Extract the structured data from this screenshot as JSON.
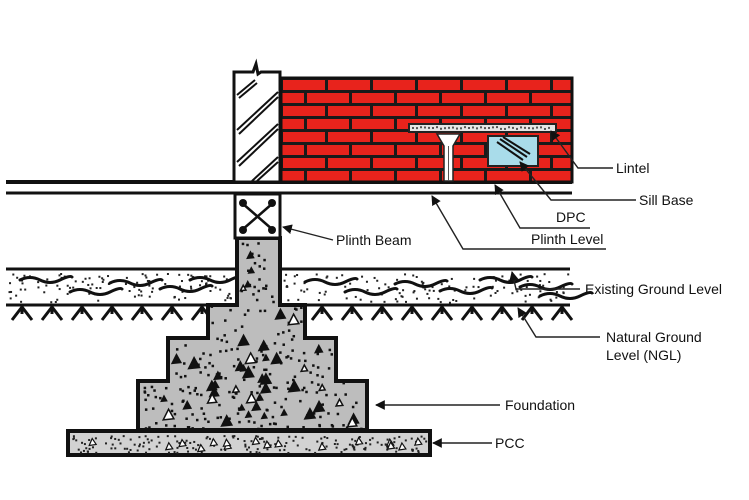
{
  "diagram": {
    "title": "Plinth Beam / Foundation Cross-Section",
    "colors": {
      "brick": "#e8231c",
      "mortar": "#1a1a1a",
      "window_glass": "#a9dcea",
      "concrete": "#bdbdbd",
      "pcc": "#d2d2d2",
      "outline": "#111111",
      "leader": "#222222"
    },
    "labels": {
      "lintel": "Lintel",
      "sill_base": "Sill Base",
      "dpc": "DPC",
      "plinth_level": "Plinth Level",
      "plinth_beam": "Plinth Beam",
      "existing_ground_level": "Existing Ground Level",
      "ngl_line1": "Natural Ground",
      "ngl_line2": "Level (NGL)",
      "foundation": "Foundation",
      "pcc": "PCC"
    },
    "components": [
      {
        "id": "brick-wall",
        "name": "Brick Wall"
      },
      {
        "id": "column",
        "name": "Column"
      },
      {
        "id": "lintel",
        "name": "Lintel"
      },
      {
        "id": "window",
        "name": "Window (Sill Base)"
      },
      {
        "id": "dpc",
        "name": "Damp Proof Course"
      },
      {
        "id": "plinth-beam",
        "name": "Plinth Beam"
      },
      {
        "id": "existing-ground",
        "name": "Existing Ground Level"
      },
      {
        "id": "natural-ground",
        "name": "Natural Ground Level"
      },
      {
        "id": "foundation",
        "name": "Stepped Foundation"
      },
      {
        "id": "pcc",
        "name": "Plain Cement Concrete"
      }
    ]
  }
}
